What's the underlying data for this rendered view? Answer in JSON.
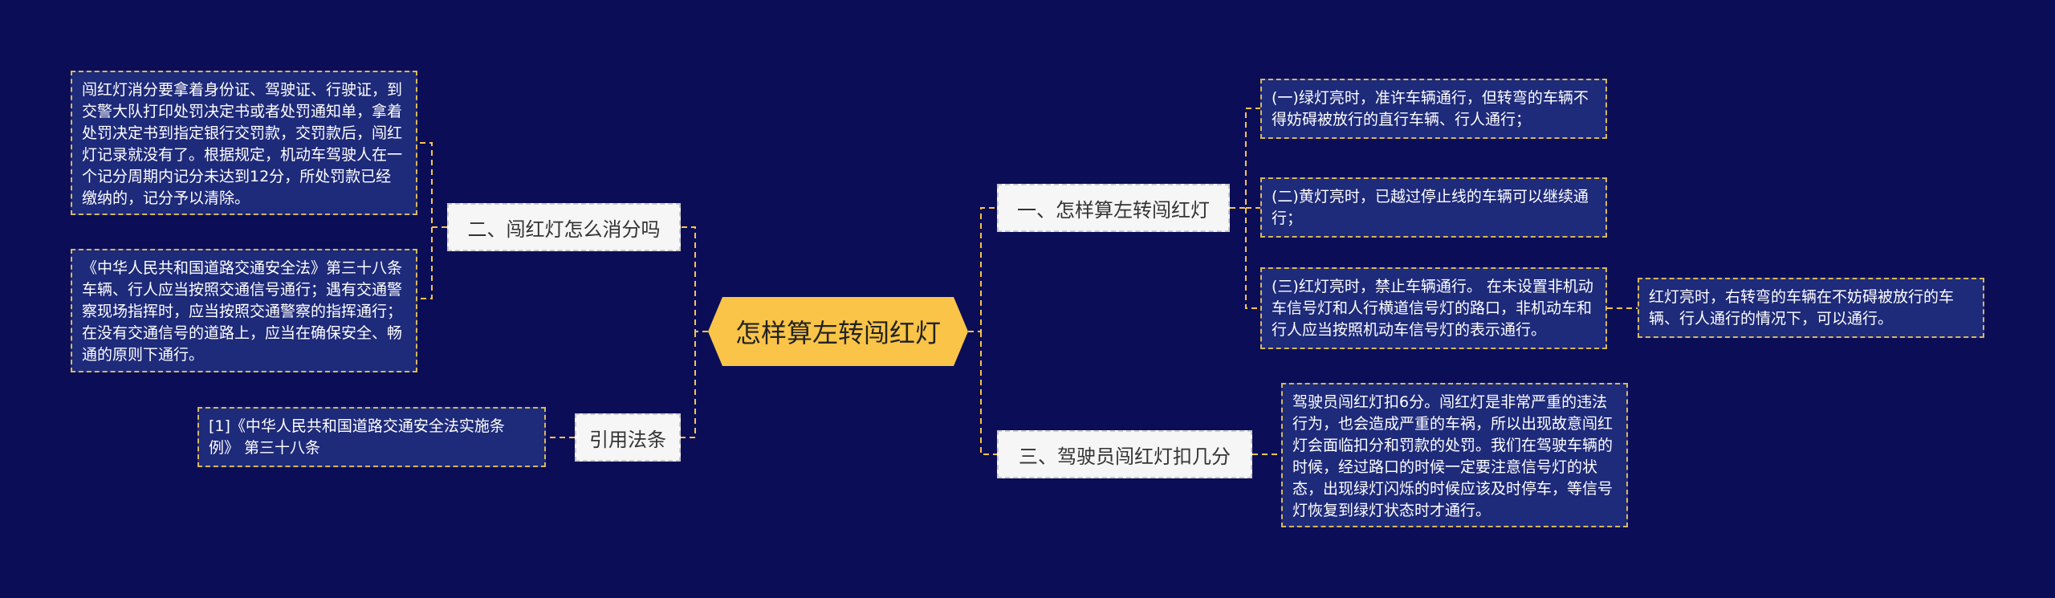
{
  "root": {
    "label": "怎样算左转闯红灯"
  },
  "branches": {
    "b1": {
      "label": "一、怎样算左转闯红灯"
    },
    "b2": {
      "label": "二、闯红灯怎么消分吗"
    },
    "b3": {
      "label": "三、驾驶员闯红灯扣几分"
    },
    "b4": {
      "label": "引用法条"
    }
  },
  "leaves": {
    "b1_green": "(一)绿灯亮时，准许车辆通行，但转弯的车辆不得妨碍被放行的直行车辆、行人通行；",
    "b1_yellow": "(二)黄灯亮时，已越过停止线的车辆可以继续通行；",
    "b1_red": "(三)红灯亮时，禁止车辆通行。 在未设置非机动车信号灯和人行横道信号灯的路口，非机动车和行人应当按照机动车信号灯的表示通行。",
    "b1_red_sub": "红灯亮时，右转弯的车辆在不妨碍被放行的车辆、行人通行的情况下，可以通行。",
    "b2_clear": "闯红灯消分要拿着身份证、驾驶证、行驶证，到交警大队打印处罚决定书或者处罚通知单，拿着处罚决定书到指定银行交罚款，交罚款后，闯红灯记录就没有了。根据规定，机动车驾驶人在一个记分周期内记分未达到12分，所处罚款已经缴纳的，记分予以清除。",
    "b2_law": "《中华人民共和国道路交通安全法》第三十八条车辆、行人应当按照交通信号通行；遇有交通警察现场指挥时，应当按照交通警察的指挥通行；在没有交通信号的道路上，应当在确保安全、畅通的原则下通行。",
    "b3_points": "驾驶员闯红灯扣6分。闯红灯是非常严重的违法行为，也会造成严重的车祸，所以出现故意闯红灯会面临扣分和罚款的处罚。我们在驾驶车辆的时候，经过路口的时候一定要注意信号灯的状态，出现绿灯闪烁的时候应该及时停车，等信号灯恢复到绿灯状态时才通行。",
    "b4_ref": "[1]《中华人民共和国道路交通安全法实施条例》 第三十八条"
  },
  "colors": {
    "background": "#0b0e57",
    "root": "#f9c447",
    "branch": "#f6f6f6",
    "leaf": "#1e2a7a",
    "connector": "#f9c447"
  }
}
